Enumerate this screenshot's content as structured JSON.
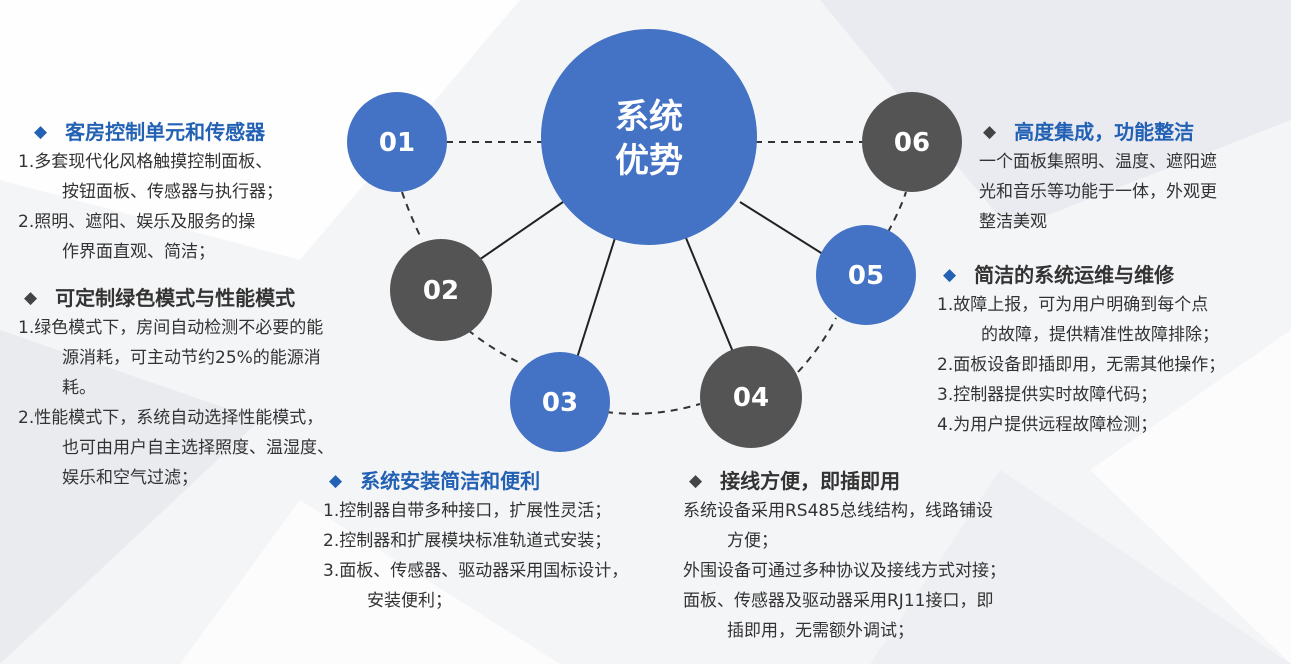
{
  "colors": {
    "blue_node": "#4472c4",
    "dark_node": "#545454",
    "title_blue": "#2361b4",
    "text_dark": "#333333"
  },
  "center": {
    "line1": "系统",
    "line2": "优势"
  },
  "nodes": [
    {
      "label": "01",
      "color": "blue"
    },
    {
      "label": "02",
      "color": "dark"
    },
    {
      "label": "03",
      "color": "blue"
    },
    {
      "label": "04",
      "color": "dark"
    },
    {
      "label": "05",
      "color": "blue"
    },
    {
      "label": "06",
      "color": "dark"
    }
  ],
  "bullet_icon": "diamond-icon",
  "blocks": {
    "b01": {
      "title": "客房控制单元和传感器",
      "lines": [
        "1.多套现代化风格触摸控制面板、",
        "按钮面板、传感器与执行器；",
        "2.照明、遮阳、娱乐及服务的操",
        "作界面直观、简洁；"
      ]
    },
    "b02": {
      "title": "可定制绿色模式与性能模式",
      "lines": [
        "1.绿色模式下，房间自动检测不必要的能",
        "源消耗，可主动节约25%的能源消",
        "耗。",
        "2.性能模式下，系统自动选择性能模式，",
        "也可由用户自主选择照度、温湿度、",
        "娱乐和空气过滤；"
      ]
    },
    "b03": {
      "title": "系统安装简洁和便利",
      "lines": [
        "1.控制器自带多种接口，扩展性灵活；",
        "2.控制器和扩展模块标准轨道式安装；",
        "3.面板、传感器、驱动器采用国标设计，",
        "安装便利；"
      ]
    },
    "b04": {
      "title": "接线方便，即插即用",
      "lines": [
        "系统设备采用RS485总线结构，线路铺设",
        "方便；",
        "外围设备可通过多种协议及接线方式对接；",
        "面板、传感器及驱动器采用RJ11接口，即",
        "插即用，无需额外调试；"
      ]
    },
    "b05": {
      "title": "简洁的系统运维与维修",
      "lines": [
        "1.故障上报，可为用户明确到每个点",
        "的故障，提供精准性故障排除；",
        "2.面板设备即插即用，无需其他操作；",
        "3.控制器提供实时故障代码；",
        "4.为用户提供远程故障检测；"
      ]
    },
    "b06": {
      "title": "高度集成，功能整洁",
      "lines": [
        "一个面板集照明、温度、遮阳遮",
        "光和音乐等功能于一体，外观更",
        "整洁美观"
      ]
    }
  }
}
